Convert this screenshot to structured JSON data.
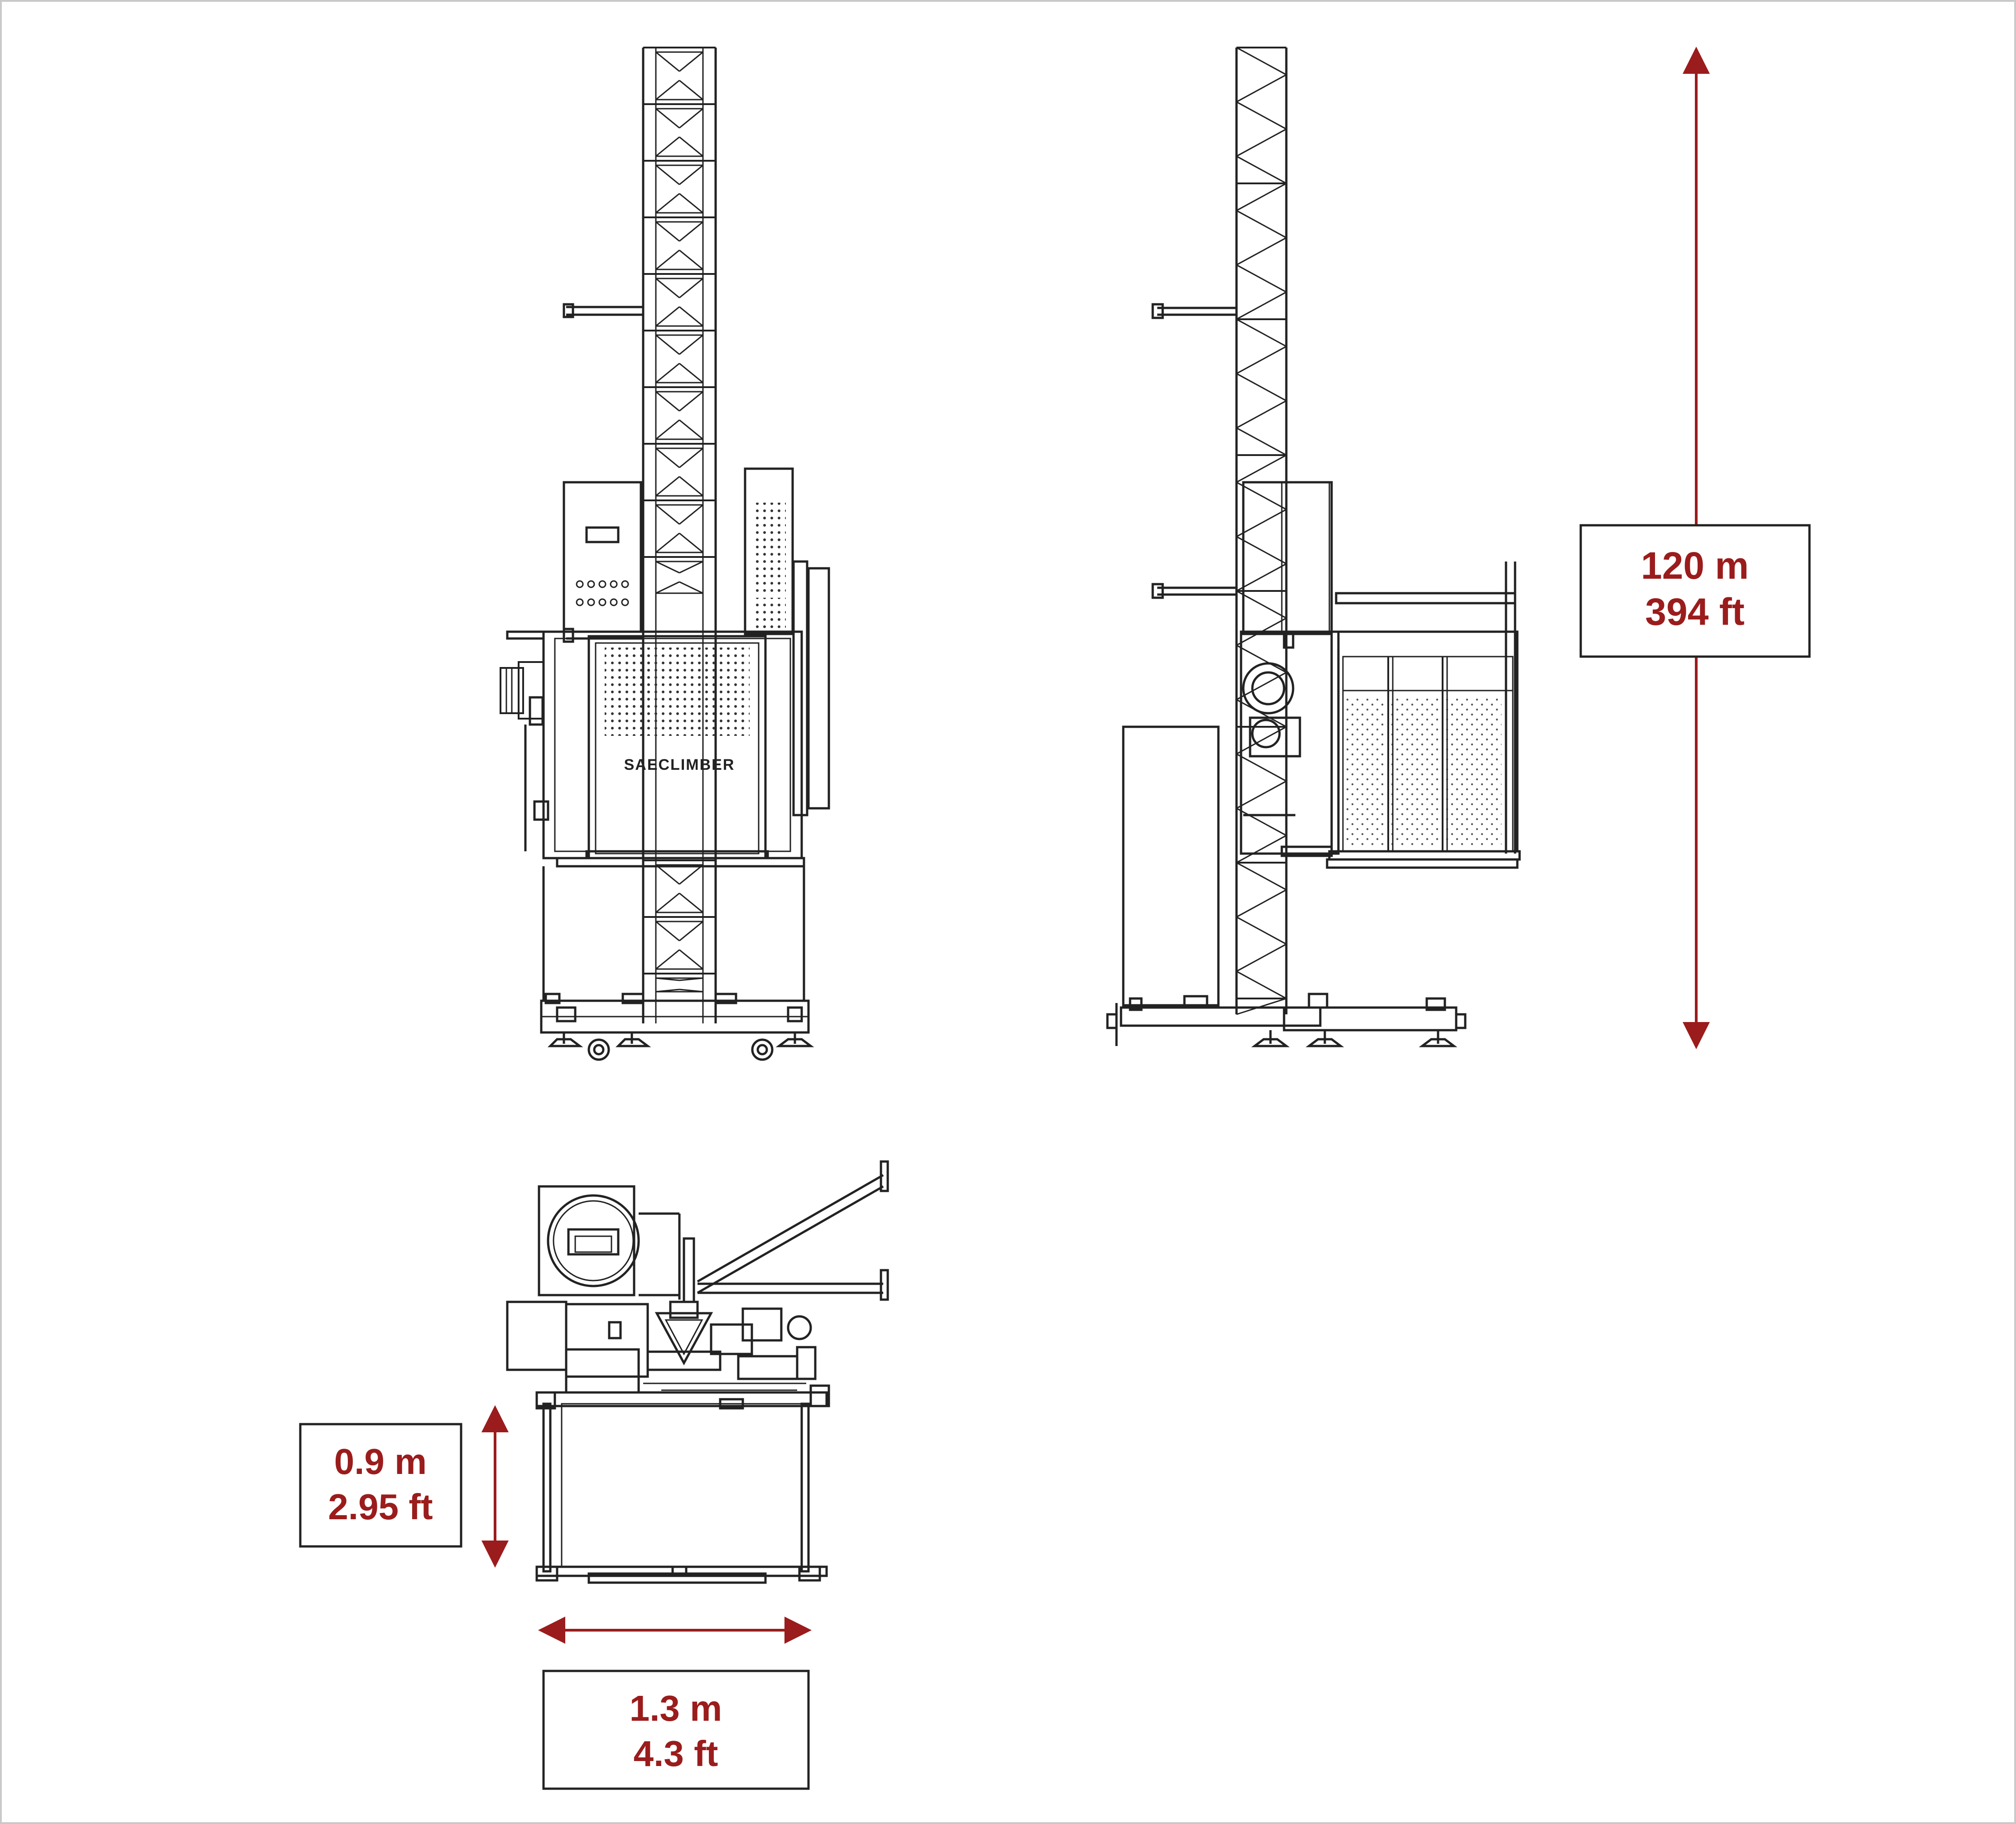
{
  "accent_color": "#9b1c1c",
  "line_color": "#222222",
  "brand": {
    "logo_text": "SAECLIMBER"
  },
  "dimensions": {
    "height": {
      "metric": "120 m",
      "imperial": "394 ft"
    },
    "depth": {
      "metric": "0.9 m",
      "imperial": "2.95 ft"
    },
    "width": {
      "metric": "1.3 m",
      "imperial": "4.3 ft"
    }
  }
}
